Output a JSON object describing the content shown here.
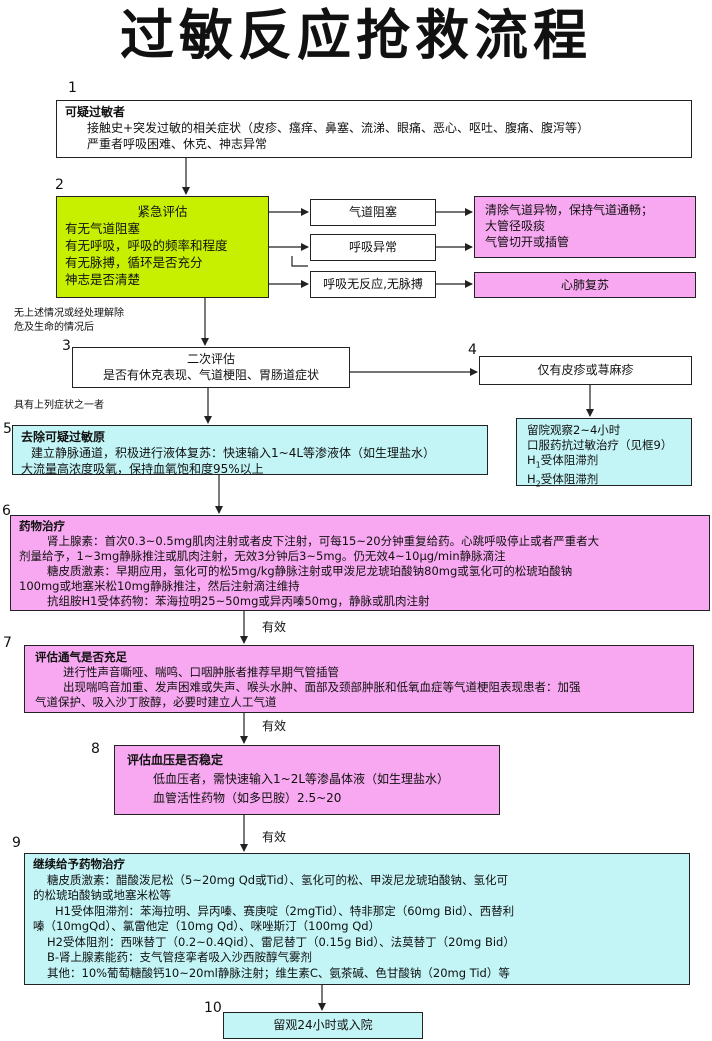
{
  "title": "过敏反应抢救流程",
  "steps": {
    "n1": "1",
    "n2": "2",
    "n3": "3",
    "n4": "4",
    "n5": "5",
    "n6": "6",
    "n7": "7",
    "n8": "8",
    "n9": "9",
    "n10": "10"
  },
  "box1": {
    "heading": "可疑过敏者",
    "line1": "接触史+突发过敏的相关症状（皮疹、瘙痒、鼻塞、流涕、眼痛、恶心、呕吐、腹痛、腹泻等）",
    "line2": "严重者呼吸困难、休克、神志异常"
  },
  "box2": {
    "heading": "紧急评估",
    "line1": "有无气道阻塞",
    "line2": "有无呼吸，呼吸的频率和程度",
    "line3": "有无脉搏，循环是否充分",
    "line4": "神志是否清楚"
  },
  "branches": {
    "airway": "气道阻塞",
    "breathing": "呼吸异常",
    "noresponse": "呼吸无反应,无脉搏",
    "airway_action1": "清除气道异物，保持气道通畅；",
    "airway_action2": "大管径吸痰",
    "airway_action3": "气管切开或插管",
    "cpr": "心肺复苏"
  },
  "note1": {
    "line1": "无上述情况或经处理解除",
    "line2": "危及生命的情况后"
  },
  "box3": {
    "heading": "二次评估",
    "line1": "是否有休克表现、气道梗阻、胃肠道症状"
  },
  "note2": "具有上列症状之一者",
  "box4": "仅有皮疹或荨麻疹",
  "box4b": {
    "line1": "留院观察2~4小时",
    "line2": "口服药抗过敏治疗（见框9）",
    "line3a": "H",
    "line3b": "1",
    "line3c": "受体阻滞剂",
    "line4a": "H",
    "line4b": "2",
    "line4c": "受体阻滞剂"
  },
  "box5": {
    "heading": "去除可疑过敏原",
    "line1": "建立静脉通道，积极进行液体复苏：快速输入1~4L等渗液体（如生理盐水）",
    "line2": "大流量高浓度吸氧，保持血氧饱和度95%以上"
  },
  "box6": {
    "heading": "药物治疗",
    "line1": "肾上腺素：首次0.3~0.5mg肌肉注射或者皮下注射，可每15~20分钟重复给药。心跳呼吸停止或者严重者大",
    "line2": "剂量给予，1~3mg静脉推注或肌肉注射，无效3分钟后3~5mg。仍无效4~10μg/min静脉滴注",
    "line3": "糖皮质激素：早期应用，氢化可的松5mg/kg静脉注射或甲泼尼龙琥珀酸钠80mg或氢化可的松琥珀酸钠",
    "line4": "100mg或地塞米松10mg静脉推注，然后注射滴注维持",
    "line5": "抗组胺H1受体药物：苯海拉明25~50mg或异丙嗪50mg，静脉或肌肉注射"
  },
  "effective1": "有效",
  "box7": {
    "heading": "评估通气是否充足",
    "line1": "进行性声音嘶哑、喘鸣、口咽肿胀者推荐早期气管插管",
    "line2": "出现喘鸣音加重、发声困难或失声、喉头水肿、面部及颈部肿胀和低氧血症等气道梗阻表现患者：加强",
    "line3": "气道保护、吸入沙丁胺醇，必要时建立人工气道"
  },
  "effective2": "有效",
  "box8": {
    "heading": "评估血压是否稳定",
    "line1": "低血压者，需快速输入1~2L等渗晶体液（如生理盐水）",
    "line2": "血管活性药物（如多巴胺）2.5~20"
  },
  "effective3": "有效",
  "box9": {
    "heading": "继续给予药物治疗",
    "line1": "糖皮质激素：醋酸泼尼松（5~20mg  Qd或Tid）、氢化可的松、甲泼尼龙琥珀酸钠、氢化可",
    "line2": "的松琥珀酸钠或地塞米松等",
    "line3": "H1受体阻滞剂：苯海拉明、异丙嗪、赛庚啶（2mgTid）、特非那定（60mg Bid）、西替利",
    "line4": "嗪（10mgQd）、氯雷他定（10mg Qd）、咪唑斯汀（100mg Qd）",
    "line5": "H2受体阻剂：西咪替丁（0.2~0.4Qid）、雷尼替丁（0.15g Bid）、法莫替丁（20mg Bid）",
    "line6": "B-肾上腺素能药：支气管痉挛者吸入沙西胺醇气雾剂",
    "line7": "其他：10%葡萄糖酸钙10~20ml静脉注射；维生素C、氨茶碱、色甘酸钠（20mg Tid）等"
  },
  "box10": "留观24小时或入院",
  "colors": {
    "pink": "#f7a8f0",
    "cyan": "#c3f5f7",
    "lime": "#c7f000"
  }
}
